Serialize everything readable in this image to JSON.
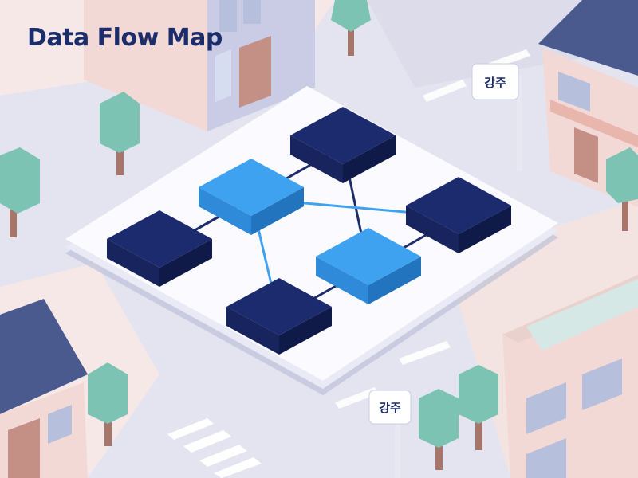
{
  "title": "Data Flow Map",
  "signs": [
    {
      "text": "강주"
    },
    {
      "text": "강주"
    }
  ],
  "nodes": [
    {
      "id": "n1",
      "variant": "dark"
    },
    {
      "id": "n2",
      "variant": "light"
    },
    {
      "id": "n3",
      "variant": "dark"
    },
    {
      "id": "n4",
      "variant": "dark"
    },
    {
      "id": "n5",
      "variant": "light"
    },
    {
      "id": "n6",
      "variant": "dark"
    }
  ],
  "connections": [
    {
      "from": "n1",
      "to": "n2",
      "variant": "dark"
    },
    {
      "from": "n1",
      "to": "n3",
      "variant": "dark"
    },
    {
      "from": "n3",
      "to": "n5",
      "variant": "dark"
    },
    {
      "from": "n2",
      "to": "n4",
      "variant": "light"
    },
    {
      "from": "n2",
      "to": "n6",
      "variant": "light"
    },
    {
      "from": "n4",
      "to": "n5",
      "variant": "dark"
    },
    {
      "from": "n5",
      "to": "n6",
      "variant": "dark"
    }
  ],
  "colors": {
    "node_dark_top": "#1b2b6e",
    "node_dark_side_left": "#17245d",
    "node_dark_side_right": "#101a48",
    "node_light_top": "#3fa2f0",
    "node_light_side_left": "#2f8ad9",
    "node_light_side_right": "#2374bf",
    "edge_dark": "#1c2d6b",
    "edge_light": "#3fa2f0",
    "platform": "#fafaff",
    "road": "#d7d8e8",
    "sidewalk": "#f6e8e6",
    "tree_foliage": "#7cc3b4",
    "tree_trunk": "#a7766a",
    "roof": "#4b5a8e",
    "wall_pink": "#f3d9d6",
    "window": "#b6bfdc"
  }
}
